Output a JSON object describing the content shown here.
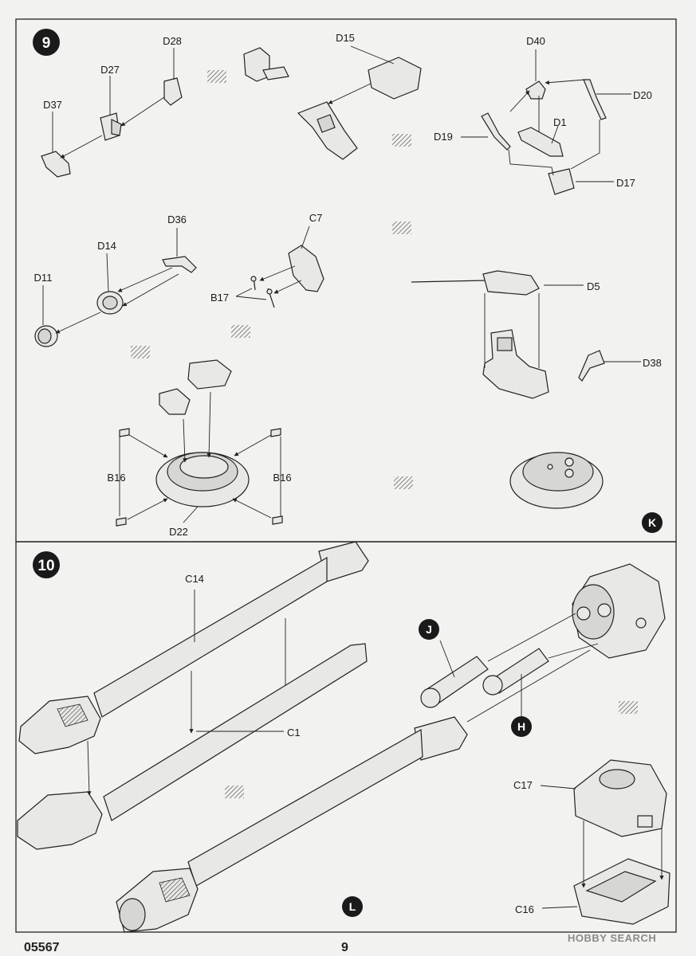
{
  "steps": {
    "step9": {
      "number": "9"
    },
    "step10": {
      "number": "10"
    }
  },
  "markers": {
    "K": "K",
    "L": "L",
    "J": "J",
    "H": "H"
  },
  "labels": {
    "D28": "D28",
    "D27": "D27",
    "D37": "D37",
    "D15": "D15",
    "D40": "D40",
    "D20": "D20",
    "D1": "D1",
    "D19": "D19",
    "D17": "D17",
    "D36": "D36",
    "D14": "D14",
    "D11": "D11",
    "C7": "C7",
    "B17": "B17",
    "D5": "D5",
    "D38": "D38",
    "B16_left": "B16",
    "B16_right": "B16",
    "D22": "D22",
    "C14": "C14",
    "C1": "C1",
    "C17": "C17",
    "C16": "C16"
  },
  "footer": {
    "code": "05567",
    "page": "9",
    "watermark": "HOBBY SEARCH"
  },
  "colors": {
    "ink": "#222222",
    "paper": "#f2f2f0",
    "marker_fill": "#1a1a1a"
  }
}
